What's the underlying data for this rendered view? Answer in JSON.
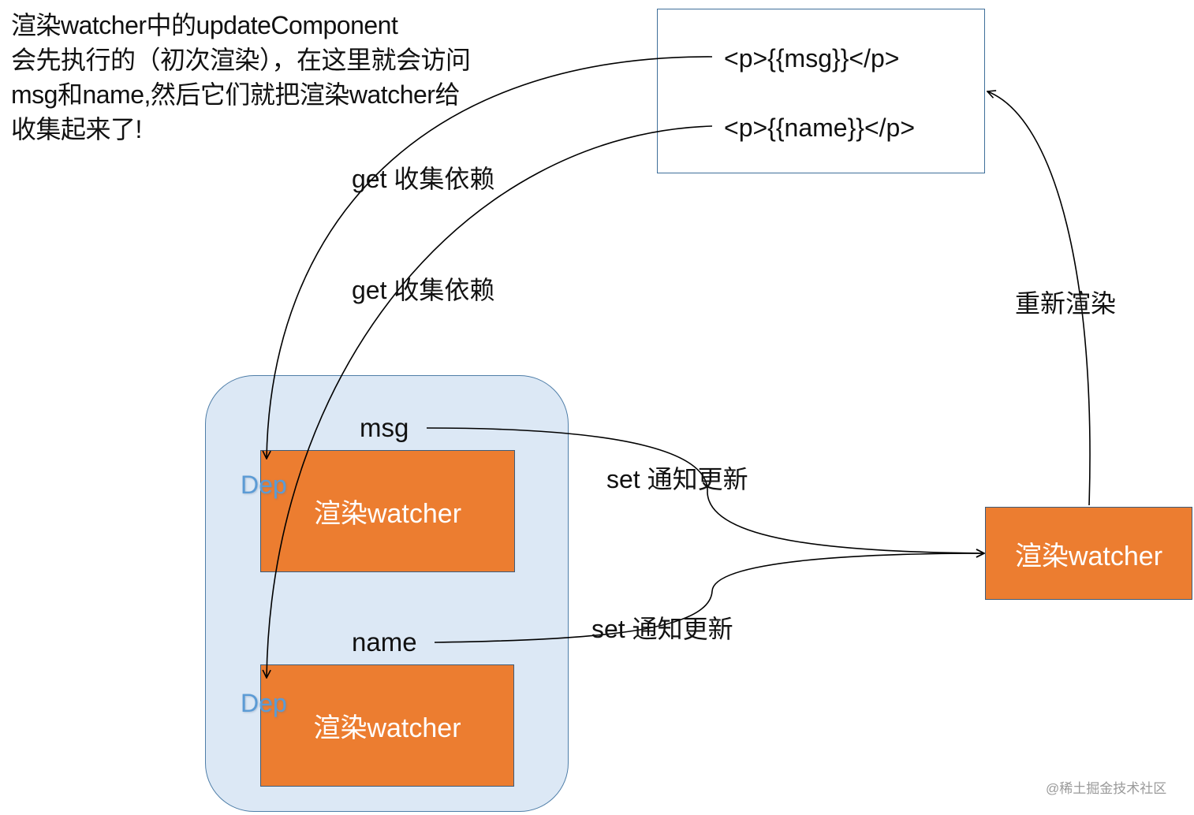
{
  "description": {
    "lines": [
      "渲染watcher中的updateComponent",
      "会先执行的（初次渲染），在这里就会访问",
      "msg和name,然后它们就把渲染watcher给",
      "收集起来了!"
    ]
  },
  "template": {
    "line_msg": "<p>{{msg}}</p>",
    "line_name": "<p>{{name}}</p>"
  },
  "edges": {
    "get_msg": "get 收集依赖",
    "get_name": "get 收集依赖",
    "set_msg": "set 通知更新",
    "set_name": "set 通知更新",
    "rerender": "重新渲染"
  },
  "properties": {
    "msg": "msg",
    "name": "name"
  },
  "deps": {
    "label": "Dep",
    "watcher_label": "渲染watcher"
  },
  "main_watcher": {
    "label": "渲染watcher"
  },
  "colors": {
    "watcher_fill": "#ec7d30",
    "container_fill": "#dce8f5",
    "dep_text": "#5b9bd5",
    "box_border": "#3f6f9a"
  },
  "watermark": "@稀土掘金技术社区"
}
